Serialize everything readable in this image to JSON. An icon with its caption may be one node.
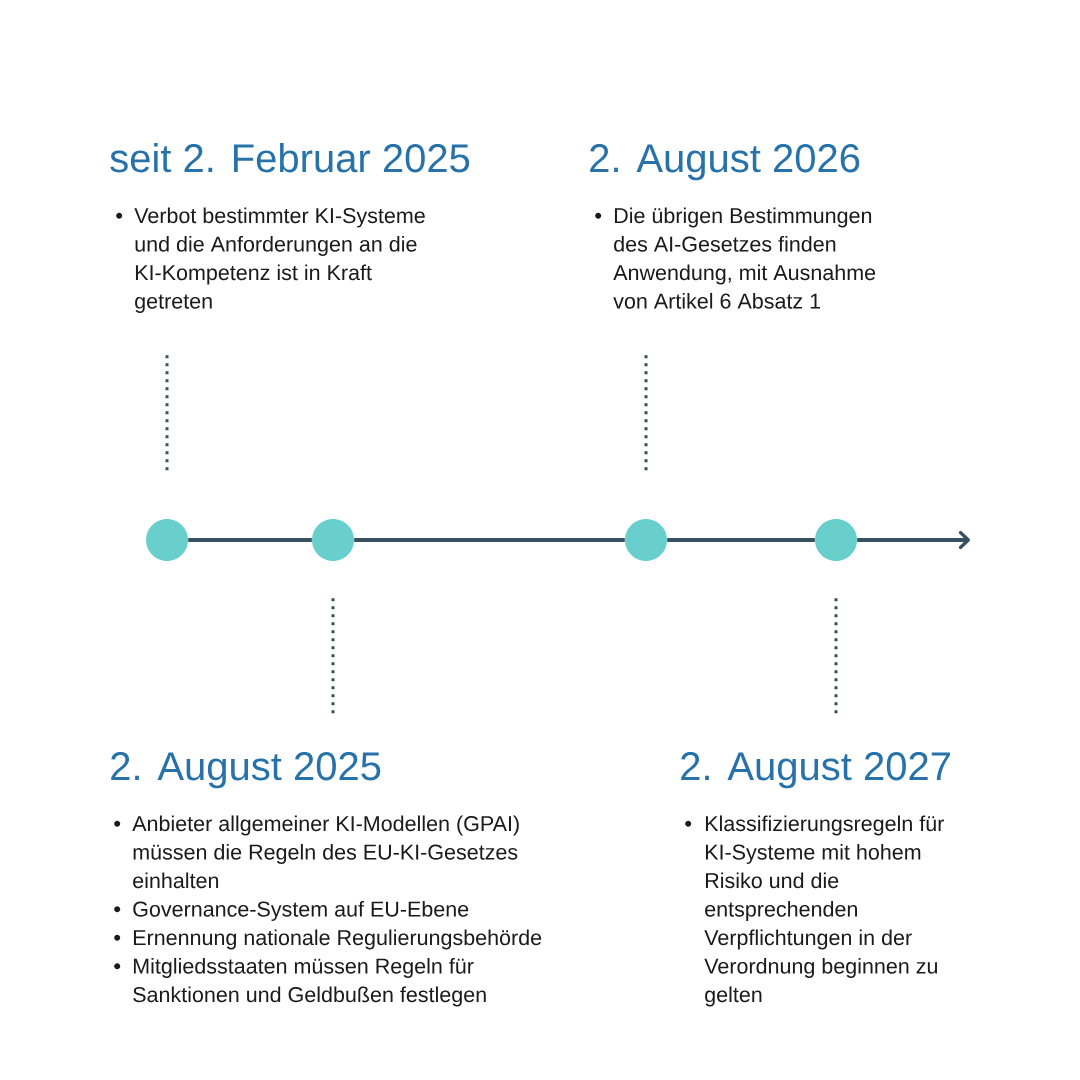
{
  "diagram": {
    "nodes": [
      {
        "text": [
          "seit 2. Februar 2025",
          "Verbot bestimmter KI-Systeme und die Anforderungen an die KI-Kompetenz ist in Kraft getreten"
        ]
      },
      {
        "text": [
          "2. August 2026",
          "Die übrigen Bestimmungen des AI-Gesetzes finden Anwendung, mit Ausnahme von Artikel 6 Absatz 1"
        ]
      },
      {
        "text": [],
        "shape": "circle"
      },
      {
        "text": [],
        "shape": "circle"
      },
      {
        "text": [],
        "shape": "circle"
      },
      {
        "text": [],
        "shape": "circle"
      },
      {
        "text": [
          "2. August 2025",
          "Anbieter allgemeiner KI-Modellen (GPAI) müssen die Regeln des EU-KI-Gesetzes einhalten",
          "Governance-System auf EU-Ebene",
          "Ernennung nationale Regulierungsbehörde",
          "Mitgliedsstaaten müssen Regeln für Sanktionen und Geldbußen festlegen"
        ]
      },
      {
        "text": [
          "2. August 2027",
          "Klassifizierungsregeln für KI-Systeme mit hohem Risiko und die entsprechenden Verpflichtungen in der Verordnung beginnen zu gelten"
        ]
      }
    ],
    "edges": [
      {
        "from": 2,
        "to": 3,
        "arrow": "none"
      },
      {
        "from": 3,
        "to": 4,
        "arrow": "none"
      },
      {
        "from": 4,
        "to": 5,
        "arrow": "none"
      },
      {
        "from": 5,
        "to": null,
        "arrow": "to"
      },
      {
        "from": 0,
        "to": 2,
        "arrow": "none",
        "style": "dashed"
      },
      {
        "from": 1,
        "to": 4,
        "arrow": "none",
        "style": "dashed"
      },
      {
        "from": 3,
        "to": 6,
        "arrow": "none",
        "style": "dashed"
      },
      {
        "from": 5,
        "to": 7,
        "arrow": "none",
        "style": "dashed"
      }
    ]
  }
}
